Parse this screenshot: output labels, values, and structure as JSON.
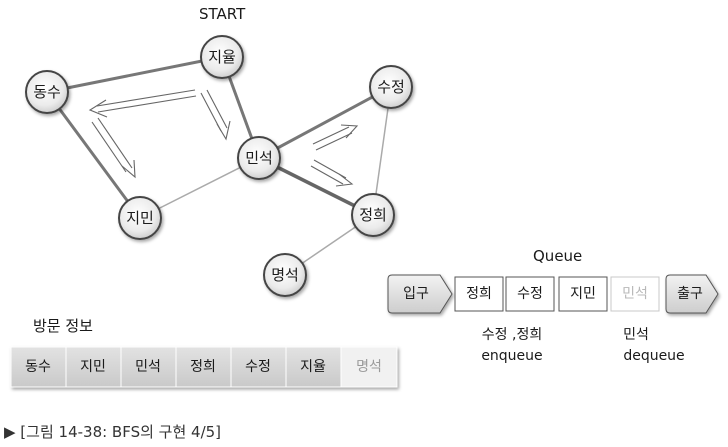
{
  "start_label": "START",
  "nodes": {
    "jiyul": "지율",
    "dongsu": "동수",
    "sujeong": "수정",
    "minseok": "민석",
    "jimin": "지민",
    "jeonghui": "정희",
    "myeongseok": "명석"
  },
  "queue": {
    "title": "Queue",
    "entrance": "입구",
    "exit": "출구",
    "items": [
      "정희",
      "수정",
      "지민",
      "민석"
    ],
    "enqueue_names": "수정 ,정희",
    "enqueue_label": "enqueue",
    "dequeue_name": "민석",
    "dequeue_label": "dequeue"
  },
  "visit_info": {
    "title": "방문 정보",
    "cells": [
      "동수",
      "지민",
      "민석",
      "정희",
      "수정",
      "지율",
      "명석"
    ]
  },
  "caption": "▶ [그림 14-38: BFS의 구현 4/5]",
  "colors": {
    "node_fill": "#e6e6e6",
    "edge_dark": "#6e6e6e",
    "edge_light": "#aaaaaa",
    "cell_fill": "#d6d6d6",
    "cell_faded": "#efefef"
  }
}
